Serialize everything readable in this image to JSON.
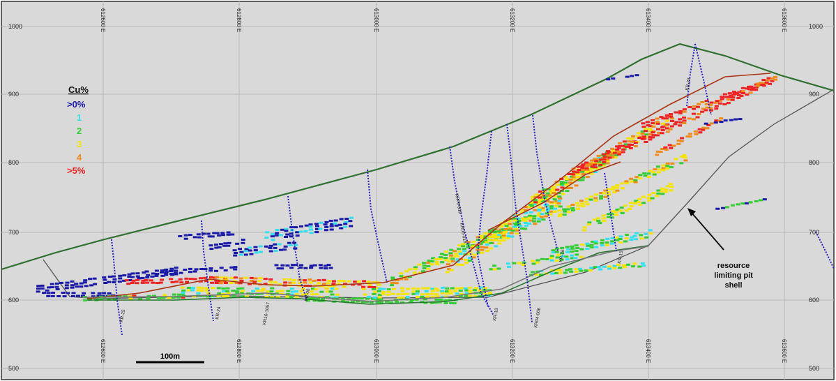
{
  "elevation_labels": [
    "1000",
    "900",
    "800",
    "700",
    "600",
    "500"
  ],
  "easting_labels": [
    "612600 E",
    "612800 E",
    "613000 E",
    "613200 E",
    "613400 E",
    "613600 E"
  ],
  "legend": {
    "title": "Cu%",
    "items": [
      {
        "label": ">0%",
        "color": "#1a1aa8"
      },
      {
        "label": "1",
        "color": "#33e0f0"
      },
      {
        "label": "2",
        "color": "#33cc33"
      },
      {
        "label": "3",
        "color": "#f5e400"
      },
      {
        "label": "4",
        "color": "#f08a1a"
      },
      {
        "label": ">5%",
        "color": "#ee2222"
      }
    ]
  },
  "annotation": "resource\nlimiting pit\nshell",
  "scale_bar_label": "100m",
  "drillhole_labels": [
    "KR-25",
    "KR-24",
    "KR16-1057",
    "KR-06",
    "KR06-016",
    "KR06-019",
    "KR-18",
    "KR04-006",
    "KR-16",
    "KR-15",
    "KR-33"
  ],
  "colors": {
    "background": "#d9d9d9",
    "topography": "#2f6f2f",
    "pit_shell": "#555555",
    "drillhole": "#2222bb"
  }
}
